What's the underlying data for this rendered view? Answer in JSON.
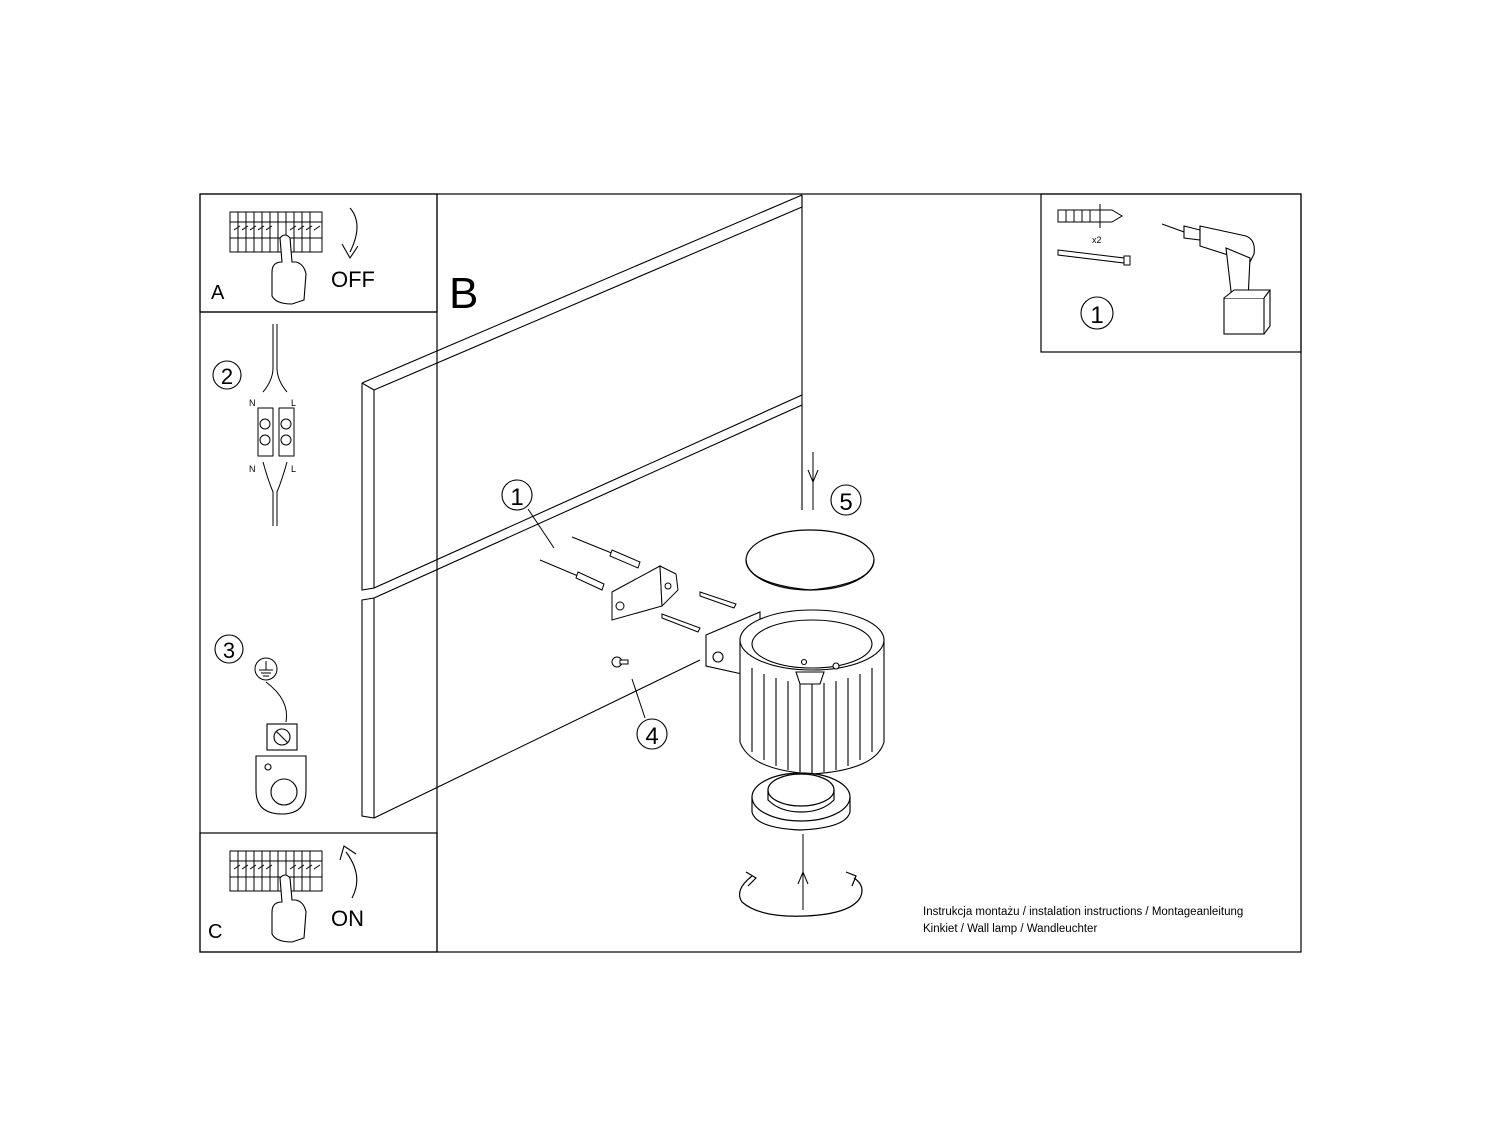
{
  "panels": {
    "a": {
      "letter": "A",
      "action": "OFF"
    },
    "b": {
      "letter": "B"
    },
    "c": {
      "letter": "C",
      "action": "ON"
    }
  },
  "tools": {
    "step": "1",
    "quantity": "x2",
    "icons": [
      "wall-plug-icon",
      "screw-icon",
      "drill-icon"
    ]
  },
  "wiring": {
    "step": "2",
    "labels": [
      "N",
      "L",
      "N",
      "L"
    ]
  },
  "ground": {
    "step": "3",
    "icon": "ground-symbol-icon"
  },
  "assembly": {
    "callouts": [
      "1",
      "4",
      "5"
    ]
  },
  "footer": {
    "line1": "Instrukcja montażu / instalation instructions / Montageanleitung",
    "line2": "Kinkiet / Wall lamp / Wandleuchter"
  }
}
